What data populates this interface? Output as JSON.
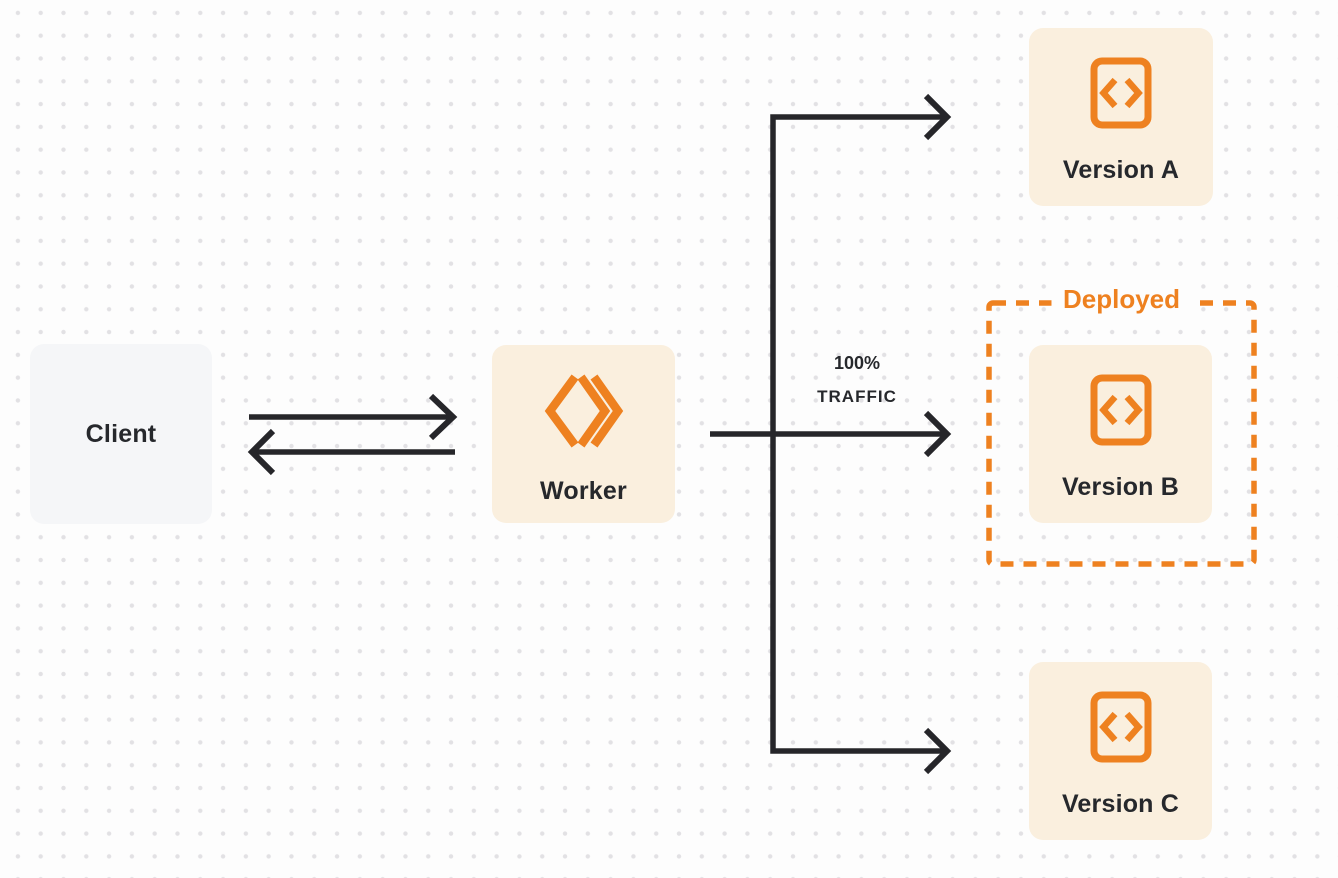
{
  "diagram": {
    "description": "Worker traffic routing diagram: a Client exchanges requests with a Worker, which routes 100% of traffic to the deployed Version B while Version A and Version C are alternative targets."
  },
  "colors": {
    "accent": "#ee8120",
    "node_bg": "#faefde",
    "client_bg": "#f5f6f8",
    "text_dark": "#26282c",
    "line_color": "#26262a",
    "dot_color": "#e2e1e4",
    "page_bg": "#fdfdfd"
  },
  "nodes": {
    "client": {
      "label": "Client"
    },
    "worker": {
      "label": "Worker",
      "icon": "workers-chevron-diamond-icon"
    },
    "version_a": {
      "label": "Version A",
      "icon": "code-file-icon"
    },
    "version_b": {
      "label": "Version B",
      "icon": "code-file-icon"
    },
    "version_c": {
      "label": "Version C",
      "icon": "code-file-icon"
    }
  },
  "annotations": {
    "deployed_label": "Deployed",
    "traffic_line1": "100%",
    "traffic_line2": "TRAFFIC"
  },
  "edges": [
    {
      "from": "client",
      "to": "worker"
    },
    {
      "from": "worker",
      "to": "client"
    },
    {
      "from": "worker",
      "to": "version_a"
    },
    {
      "from": "worker",
      "to": "version_b",
      "label": "100% TRAFFIC"
    },
    {
      "from": "worker",
      "to": "version_c"
    }
  ]
}
